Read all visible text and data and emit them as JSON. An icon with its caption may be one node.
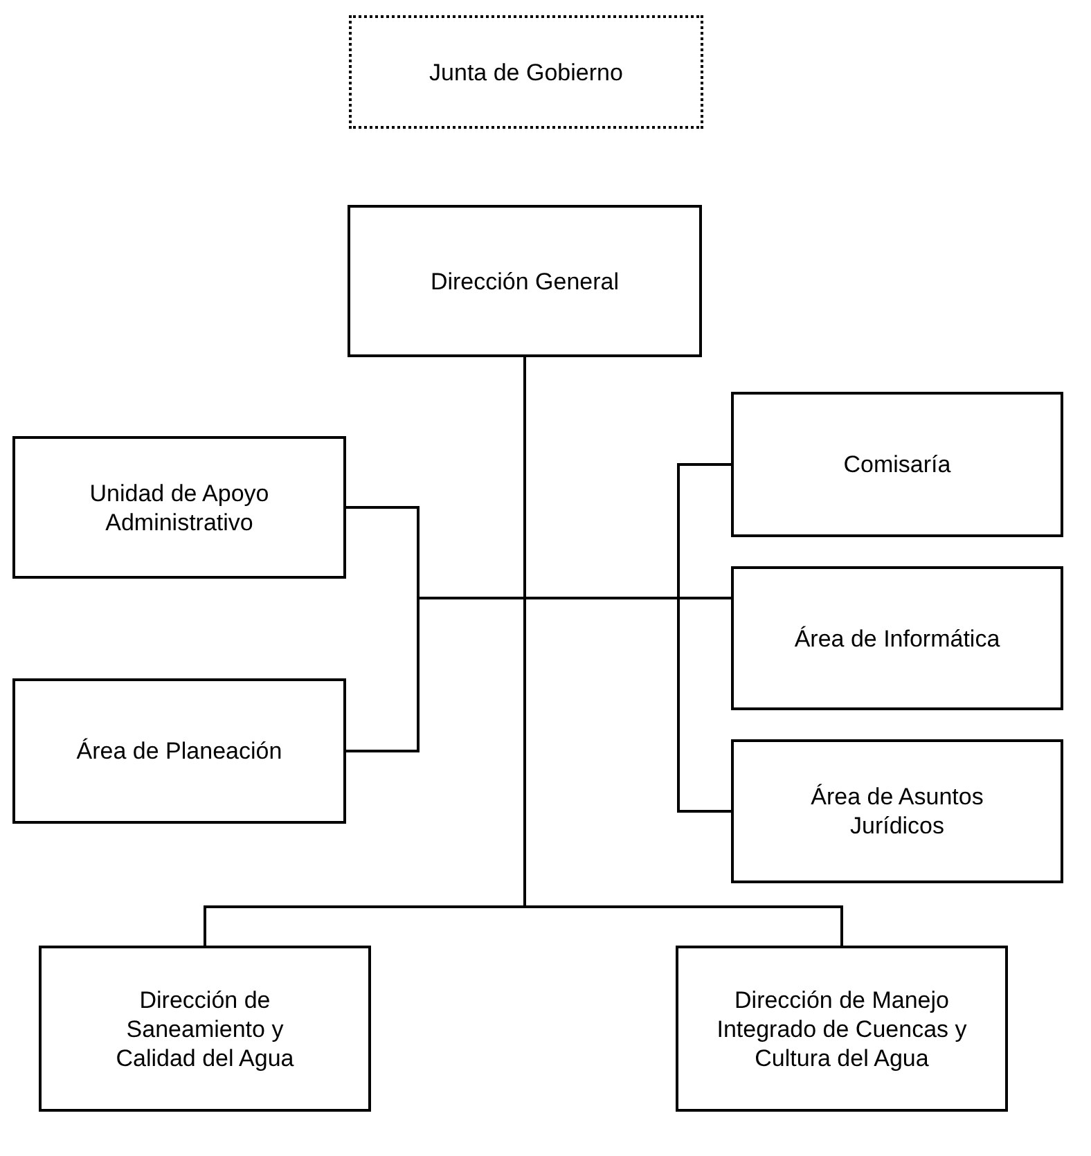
{
  "diagram": {
    "nodes": [
      {
        "text": [
          "Junta de Gobierno"
        ]
      },
      {
        "text": [
          "Dirección General"
        ]
      },
      {
        "text": [
          "Unidad de Apoyo Administrativo"
        ]
      },
      {
        "text": [
          "Área de Planeación"
        ]
      },
      {
        "text": [
          "Comisaría"
        ]
      },
      {
        "text": [
          "Área de Informática"
        ]
      },
      {
        "text": [
          "Área de Asuntos Jurídicos"
        ]
      },
      {
        "text": [
          "Dirección de Saneamiento y Calidad del Agua"
        ]
      },
      {
        "text": [
          "Dirección de Manejo Integrado de Cuencas y Cultura del Agua"
        ]
      }
    ],
    "edges": [
      {
        "from": 1,
        "to": 2,
        "arrow": "none"
      },
      {
        "from": 1,
        "to": 3,
        "arrow": "none"
      },
      {
        "from": 1,
        "to": 4,
        "arrow": "none"
      },
      {
        "from": 1,
        "to": 5,
        "arrow": "none"
      },
      {
        "from": 1,
        "to": 6,
        "arrow": "none"
      },
      {
        "from": 1,
        "to": 7,
        "arrow": "none"
      },
      {
        "from": 1,
        "to": 8,
        "arrow": "none"
      }
    ]
  }
}
